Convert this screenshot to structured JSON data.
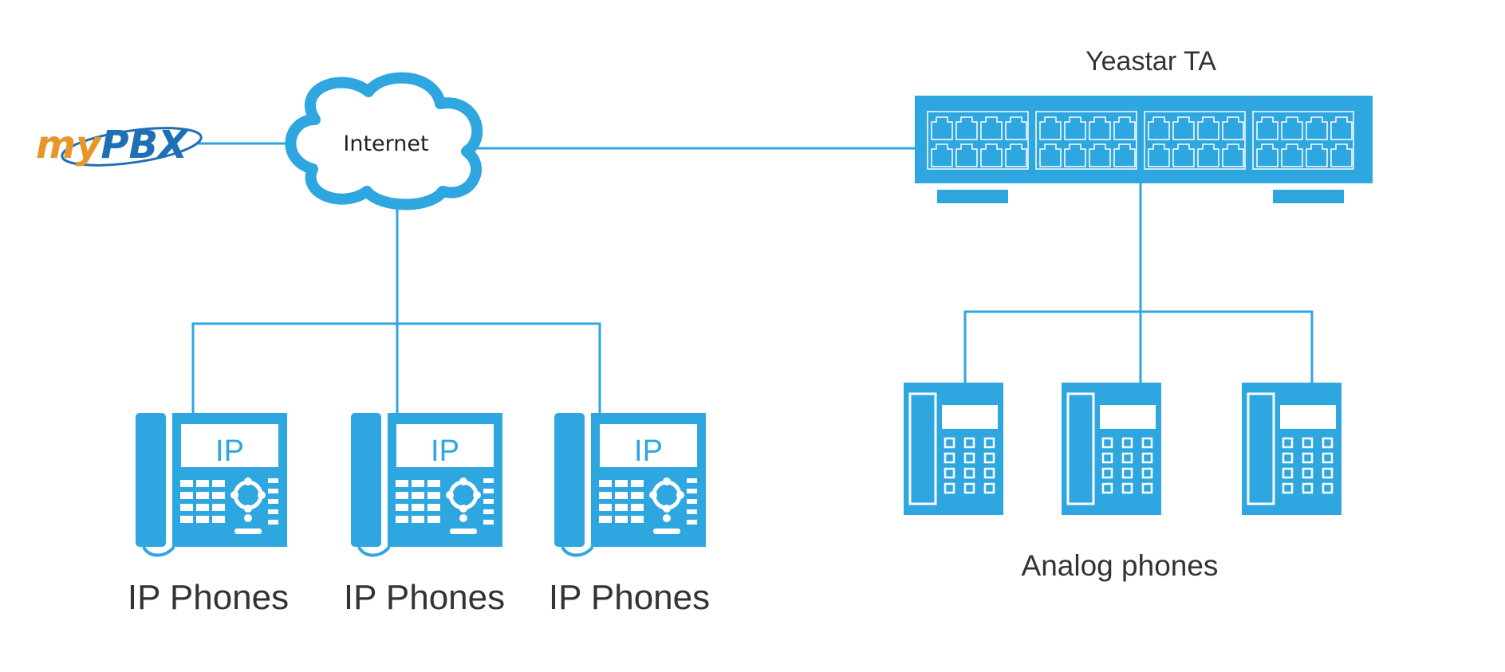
{
  "colors": {
    "accent": "#2ea6e0",
    "line": "#2ea6e0",
    "text": "#333333",
    "logo_orange": "#e8962a",
    "logo_blue": "#1f6fb5"
  },
  "logo": {
    "part1": "my",
    "part2": "PBX"
  },
  "cloud": {
    "label": "Internet"
  },
  "gateway": {
    "label": "Yeastar TA"
  },
  "ip_phones": [
    {
      "screen": "IP",
      "label": "IP Phones"
    },
    {
      "screen": "IP",
      "label": "IP Phones"
    },
    {
      "screen": "IP",
      "label": "IP Phones"
    }
  ],
  "analog": {
    "label": "Analog phones",
    "count": 3
  }
}
